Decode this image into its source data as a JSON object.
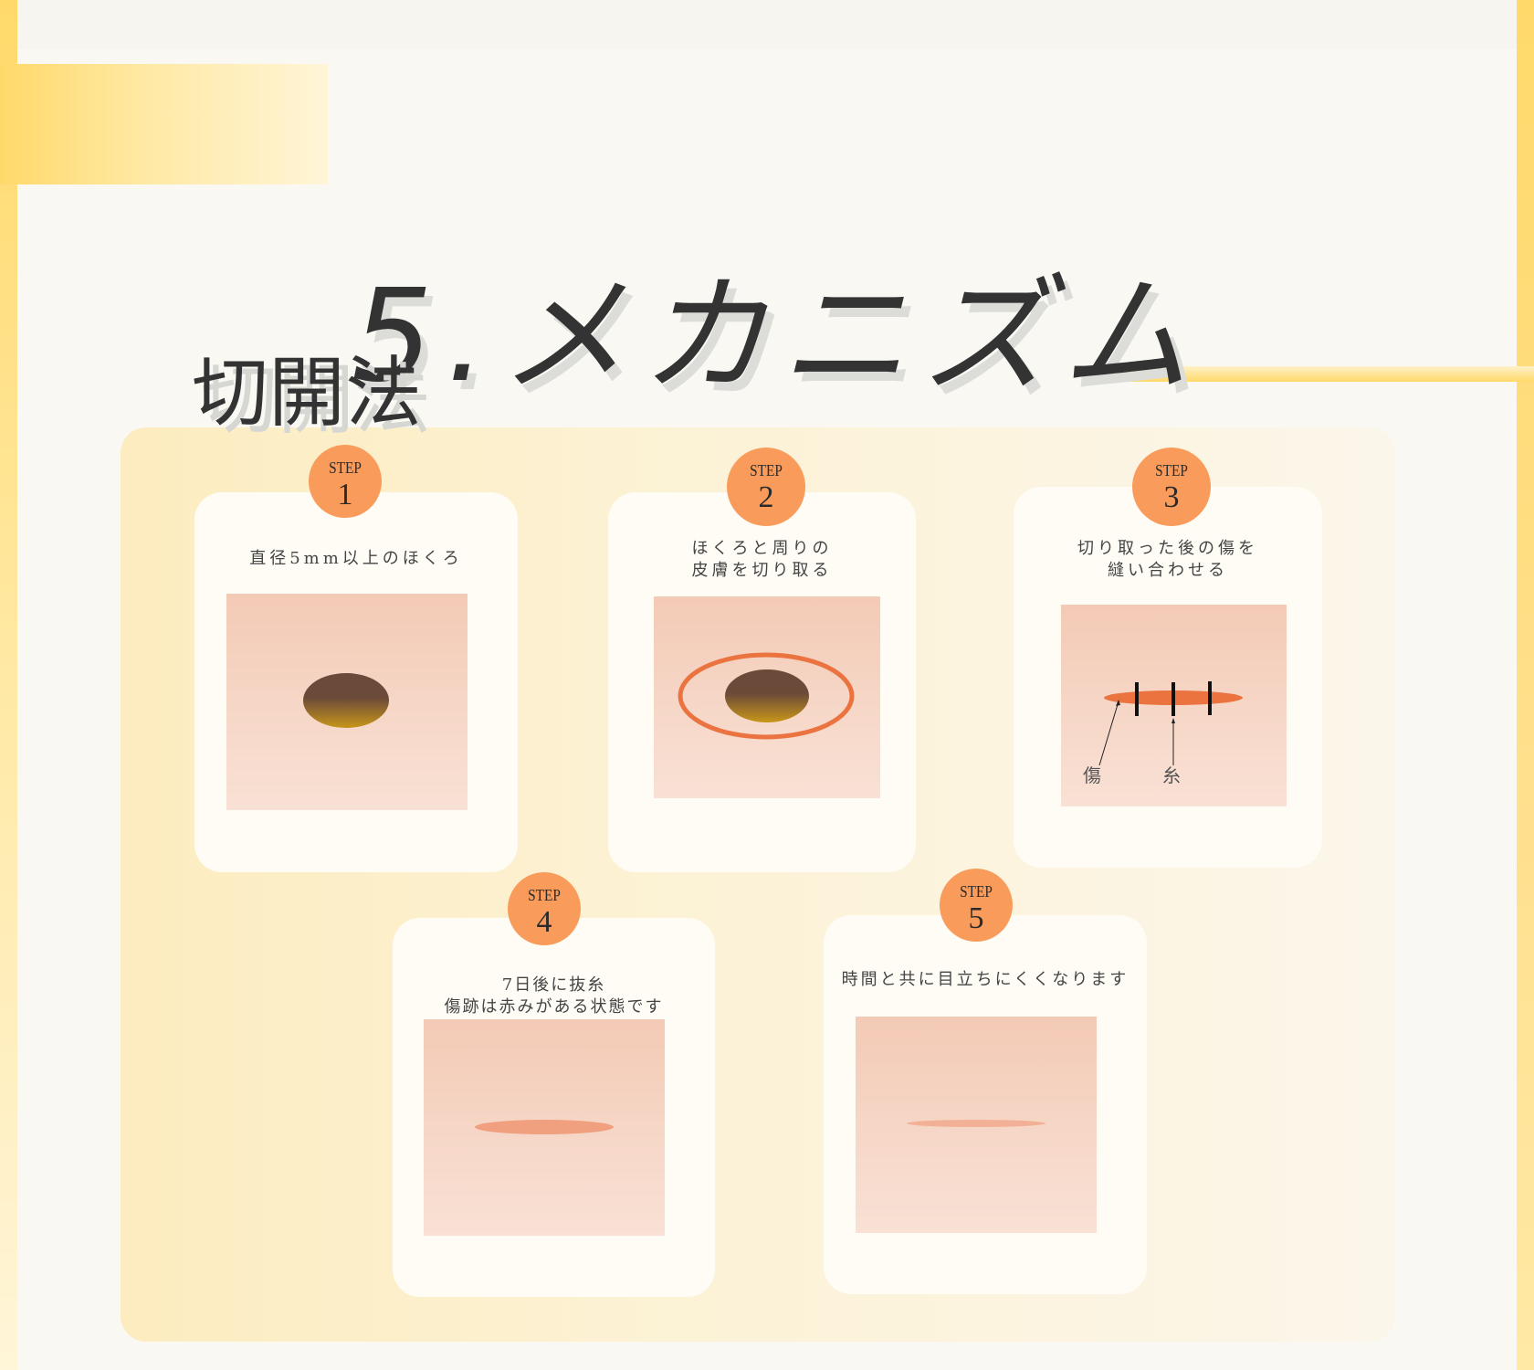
{
  "header": {
    "title": "5.メカニズム",
    "subtitle": "切開法"
  },
  "colors": {
    "accent_yellow": "#FFD96A",
    "badge_orange": "#F99B5A",
    "incision_orange": "#EA7340",
    "mole_brown": "#6B4A3A",
    "mole_gold": "#C8961A",
    "scar_red": "#F0A07E",
    "scar_faded": "#F2B196",
    "skin_top": "#F3CAB5",
    "skin_bottom": "#F9E1D5"
  },
  "steps": [
    {
      "step_word": "STEP",
      "number": "1",
      "text": "直径5mm以上のほくろ",
      "illustration": "mole"
    },
    {
      "step_word": "STEP",
      "number": "2",
      "text": "ほくろと周りの\n皮膚を切り取る",
      "illustration": "mole-with-incision-ring"
    },
    {
      "step_word": "STEP",
      "number": "3",
      "text": "切り取った後の傷を\n縫い合わせる",
      "illustration": "sutured-wound",
      "labels": {
        "wound": "傷",
        "thread": "糸"
      }
    },
    {
      "step_word": "STEP",
      "number": "4",
      "text": "7日後に抜糸\n傷跡は赤みがある状態です",
      "illustration": "red-scar"
    },
    {
      "step_word": "STEP",
      "number": "5",
      "text": "時間と共に目立ちにくくなります",
      "illustration": "faded-scar"
    }
  ]
}
